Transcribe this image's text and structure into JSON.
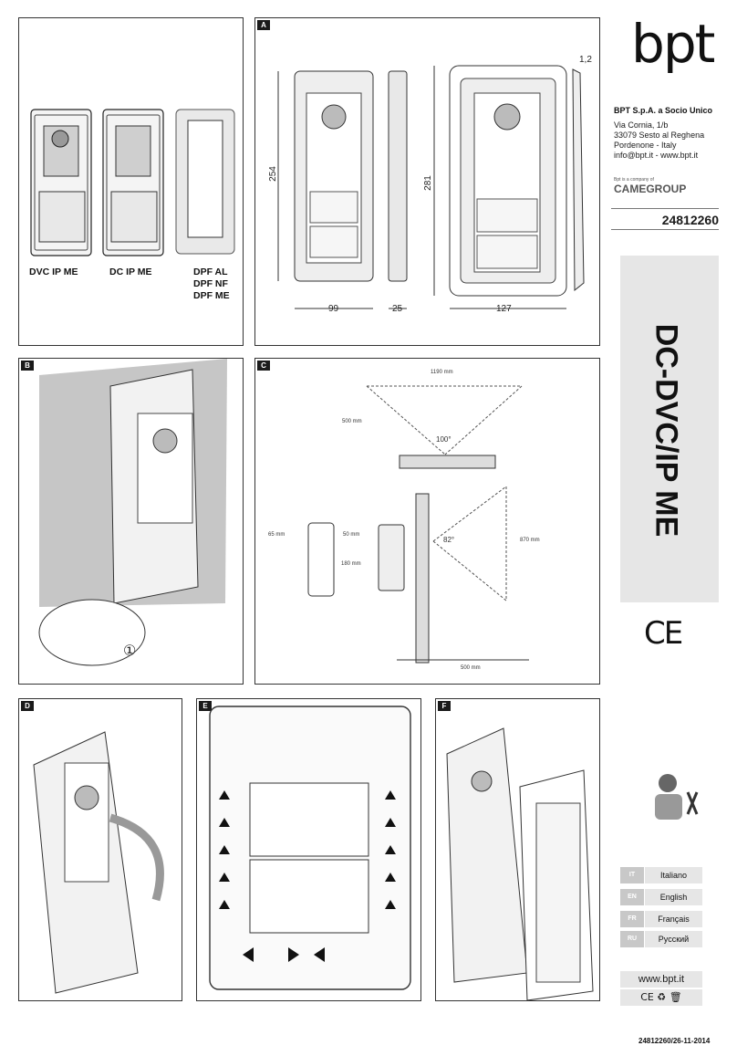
{
  "panels": {
    "products": {
      "labels": [
        "DVC IP ME",
        "DC IP ME",
        "DPF AL",
        "DPF NF",
        "DPF ME"
      ]
    },
    "A": {
      "tag": "A",
      "dims": {
        "height_a": "254",
        "height_b": "281",
        "width_a": "99",
        "depth": "25",
        "width_b": "127",
        "offset": "1,2"
      }
    },
    "B": {
      "tag": "B",
      "step": "①"
    },
    "C": {
      "tag": "C",
      "dims": {
        "w1190": "1190 mm",
        "h500": "500 mm",
        "angle100": "100°",
        "angle82": "82°",
        "h870": "870 mm",
        "w500": "500 mm",
        "h65": "65 mm",
        "h50": "50 mm",
        "h180": "180 mm"
      }
    },
    "D": {
      "tag": "D"
    },
    "E": {
      "tag": "E"
    },
    "F": {
      "tag": "F"
    }
  },
  "sidebar": {
    "logo": "bpt",
    "company": "BPT S.p.A. a Socio Unico",
    "address": [
      "Via Cornia, 1/b",
      "33079 Sesto al Reghena",
      "Pordenone - Italy",
      "info@bpt.it - www.bpt.it"
    ],
    "group_note": "Bpt is a company of",
    "group": "CAMEGROUP",
    "code": "24812260",
    "product_title": "DC-DVC/IP ME",
    "ce": "CE",
    "languages": [
      {
        "code": "IT",
        "name": "Italiano"
      },
      {
        "code": "EN",
        "name": "English"
      },
      {
        "code": "FR",
        "name": "Français"
      },
      {
        "code": "RU",
        "name": "Русский"
      }
    ],
    "website": "www.bpt.it"
  },
  "footer": {
    "doc_ref": "24812260/26-11-2014"
  }
}
